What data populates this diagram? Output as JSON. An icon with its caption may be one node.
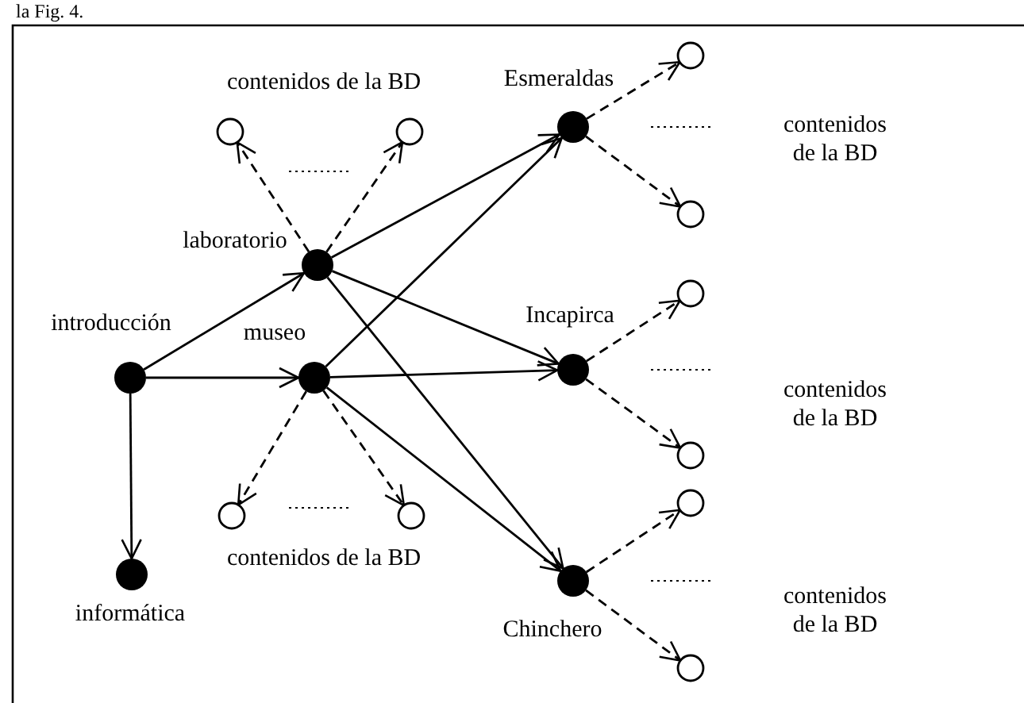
{
  "diagram": {
    "nodes": [
      {
        "text": [
          "introducción"
        ]
      },
      {
        "text": [
          "laboratorio"
        ]
      },
      {
        "text": [
          "museo"
        ]
      },
      {
        "text": [
          "informática"
        ]
      },
      {
        "text": [
          "Esmeraldas"
        ]
      },
      {
        "text": [
          "Incapirca"
        ]
      },
      {
        "text": [
          "Chinchero"
        ]
      },
      {
        "text": [],
        "shape": "circle"
      },
      {
        "text": [],
        "shape": "circle"
      },
      {
        "text": [],
        "shape": "circle"
      },
      {
        "text": [],
        "shape": "circle"
      },
      {
        "text": [],
        "shape": "circle"
      },
      {
        "text": [],
        "shape": "circle"
      },
      {
        "text": [],
        "shape": "circle"
      },
      {
        "text": [],
        "shape": "circle"
      },
      {
        "text": [],
        "shape": "circle"
      },
      {
        "text": [],
        "shape": "circle"
      }
    ],
    "edges": [
      {
        "from": 0,
        "to": 1,
        "arrow": "to"
      },
      {
        "from": 0,
        "to": 2,
        "arrow": "to"
      },
      {
        "from": 0,
        "to": 3,
        "arrow": "to"
      },
      {
        "from": 1,
        "to": 4,
        "arrow": "to"
      },
      {
        "from": 1,
        "to": 5,
        "arrow": "to"
      },
      {
        "from": 1,
        "to": 6,
        "arrow": "to"
      },
      {
        "from": 2,
        "to": 4,
        "arrow": "to"
      },
      {
        "from": 2,
        "to": 5,
        "arrow": "to"
      },
      {
        "from": 2,
        "to": 6,
        "arrow": "to"
      },
      {
        "from": 1,
        "to": 7,
        "arrow": "to",
        "style": "dashed"
      },
      {
        "from": 1,
        "to": 8,
        "arrow": "to",
        "style": "dashed"
      },
      {
        "from": 2,
        "to": 9,
        "arrow": "to",
        "style": "dashed"
      },
      {
        "from": 2,
        "to": 10,
        "arrow": "to",
        "style": "dashed"
      },
      {
        "from": 4,
        "to": 11,
        "arrow": "to",
        "style": "dashed"
      },
      {
        "from": 4,
        "to": 12,
        "arrow": "to",
        "style": "dashed"
      },
      {
        "from": 5,
        "to": 13,
        "arrow": "to",
        "style": "dashed"
      },
      {
        "from": 5,
        "to": 14,
        "arrow": "to",
        "style": "dashed"
      },
      {
        "from": 6,
        "to": 15,
        "arrow": "to",
        "style": "dashed"
      },
      {
        "from": 6,
        "to": 16,
        "arrow": "to",
        "style": "dashed"
      }
    ],
    "labels": [
      "la Fig. 4.",
      "contenidos de la BD",
      "contenidos de la BD",
      "contenidos de la BD",
      "contenidos de la BD",
      "contenidos de la BD"
    ]
  }
}
